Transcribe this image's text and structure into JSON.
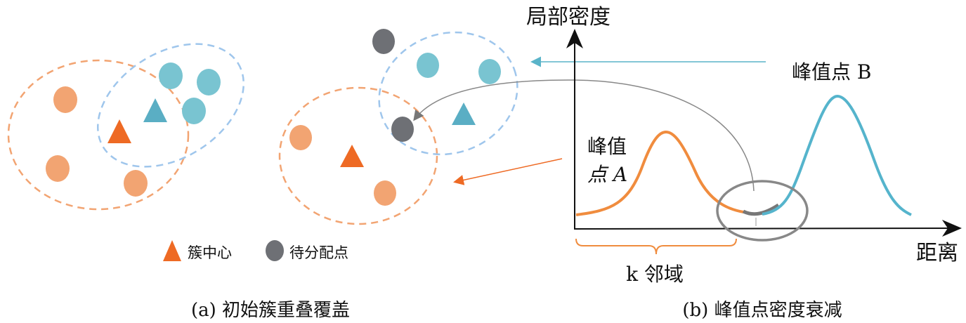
{
  "colors": {
    "orange": "#f08c4e",
    "orange_dot": "#f2a472",
    "orange_center": "#ee6a24",
    "blue": "#5ab4c9",
    "blue_dot": "#79c4d1",
    "blue_dash": "#9fc6ec",
    "gray": "#6e7075"
  },
  "panel_a": {
    "caption": "(a) 初始簇重叠覆盖",
    "legend": [
      {
        "icon": "triangle",
        "label": "簇中心"
      },
      {
        "icon": "circle",
        "label": "待分配点"
      }
    ]
  },
  "panel_b": {
    "caption": "(b) 峰值点密度衰减",
    "y_axis_label": "局部密度",
    "x_axis_label": "距离",
    "peak_a_label_line1": "峰值",
    "peak_a_label_line2": "点 A",
    "peak_b_label": "峰值点 B",
    "neighborhood_label": "k 邻域"
  }
}
